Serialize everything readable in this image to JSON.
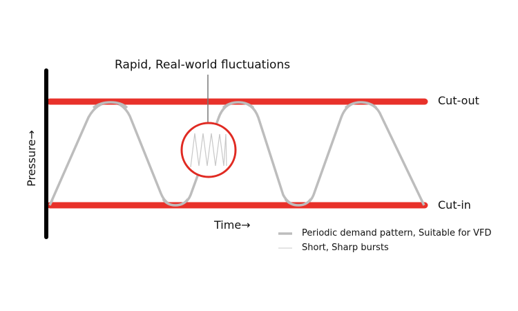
{
  "title": "Rapid, Real-world fluctuations",
  "thresholds": {
    "upper_label": "Cut-out",
    "lower_label": "Cut-in"
  },
  "axes": {
    "x_label": "Time→",
    "y_label": "Pressure→"
  },
  "legend": [
    {
      "label": "Periodic demand pattern, Suitable for VFD",
      "style": "thick-gray"
    },
    {
      "label": "Short, Sharp bursts",
      "style": "thin-gray"
    }
  ],
  "colors": {
    "threshold": "#e8312a",
    "wave": "#bdbdbd",
    "axis": "#000000",
    "burst": "#c8c8c8",
    "connector": "#777777"
  }
}
